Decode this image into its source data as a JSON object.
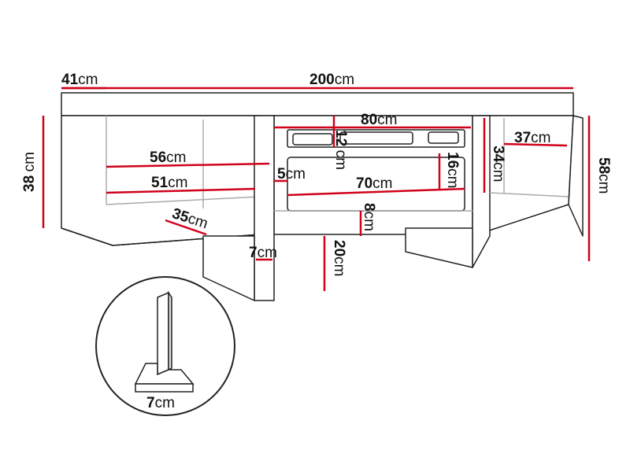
{
  "diagram": {
    "title": "TV cabinet dimension drawing",
    "colors": {
      "outline": "#222222",
      "dimension_line": "#d0021b",
      "fill": "#ffffff",
      "shade": "#e6e6e6"
    },
    "unit": "cm",
    "dimensions": {
      "depth": {
        "value": "41",
        "unit": "cm"
      },
      "width": {
        "value": "200",
        "unit": "cm"
      },
      "height_side": {
        "value": "38",
        "unit": "cm"
      },
      "height_total": {
        "value": "58",
        "unit": "cm"
      },
      "left_shelf_width_top": {
        "value": "56",
        "unit": "cm"
      },
      "left_shelf_width_bottom": {
        "value": "51",
        "unit": "cm"
      },
      "left_shelf_depth": {
        "value": "35",
        "unit": "cm"
      },
      "center_width": {
        "value": "80",
        "unit": "cm"
      },
      "center_top_height": {
        "value": "12",
        "unit": "cm"
      },
      "center_inner_width": {
        "value": "70",
        "unit": "cm"
      },
      "center_inner_height": {
        "value": "16",
        "unit": "cm"
      },
      "center_bottom_height": {
        "value": "8",
        "unit": "cm"
      },
      "center_gap": {
        "value": "5",
        "unit": "cm"
      },
      "right_shelf_width": {
        "value": "37",
        "unit": "cm"
      },
      "right_shelf_height": {
        "value": "34",
        "unit": "cm"
      },
      "leg_width": {
        "value": "7",
        "unit": "cm"
      },
      "leg_height": {
        "value": "20",
        "unit": "cm"
      },
      "detail_leg_width": {
        "value": "7",
        "unit": "cm"
      }
    }
  }
}
